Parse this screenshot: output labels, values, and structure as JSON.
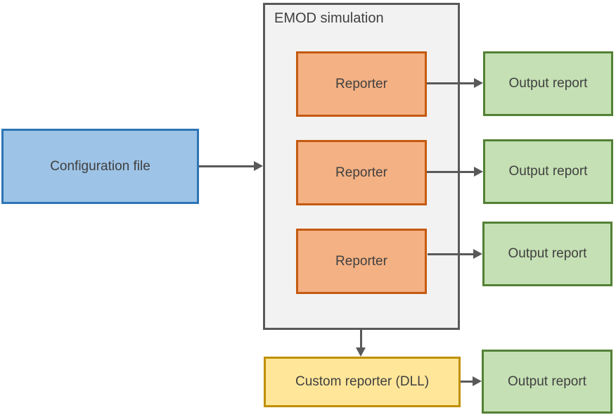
{
  "diagram": {
    "container": {
      "id": "emod_simulation",
      "title": "EMOD simulation"
    },
    "nodes": {
      "config": {
        "label": "Configuration file",
        "shape": "rectangle",
        "fill": "#9DC3E6",
        "border": "#2E75B6"
      },
      "reporter1": {
        "label": "Reporter",
        "shape": "rectangle",
        "fill": "#F4B183",
        "border": "#C55A11"
      },
      "reporter2": {
        "label": "Reporter",
        "shape": "rectangle",
        "fill": "#F4B183",
        "border": "#C55A11"
      },
      "reporter3": {
        "label": "Reporter",
        "shape": "rectangle",
        "fill": "#F4B183",
        "border": "#C55A11"
      },
      "output1": {
        "label": "Output report",
        "shape": "rectangle",
        "fill": "#C5E0B4",
        "border": "#538135"
      },
      "output2": {
        "label": "Output report",
        "shape": "rectangle",
        "fill": "#C5E0B4",
        "border": "#538135"
      },
      "output3": {
        "label": "Output report",
        "shape": "rectangle",
        "fill": "#C5E0B4",
        "border": "#538135"
      },
      "custom_reporter": {
        "label": "Custom reporter (DLL)",
        "shape": "rectangle",
        "fill": "#FFE699",
        "border": "#BF9000"
      },
      "output4": {
        "label": "Output report",
        "shape": "rectangle",
        "fill": "#C5E0B4",
        "border": "#538135"
      }
    },
    "edges": [
      {
        "from": "config",
        "to": "emod_simulation",
        "direction": "right"
      },
      {
        "from": "reporter1",
        "to": "output1",
        "direction": "right"
      },
      {
        "from": "reporter2",
        "to": "output2",
        "direction": "right"
      },
      {
        "from": "reporter3",
        "to": "output3",
        "direction": "right"
      },
      {
        "from": "emod_simulation",
        "to": "custom_reporter",
        "direction": "down"
      },
      {
        "from": "custom_reporter",
        "to": "output4",
        "direction": "right"
      }
    ],
    "colors": {
      "config_fill": "#9DC3E6",
      "config_border": "#2E75B6",
      "reporter_fill": "#F4B183",
      "reporter_border": "#C55A11",
      "output_fill": "#C5E0B4",
      "output_border": "#538135",
      "custom_fill": "#FFE699",
      "custom_border": "#BF9000",
      "container_fill": "#F2F2F2",
      "container_border": "#595959",
      "arrow": "#595959",
      "text": "#404040",
      "canvas": "#FFFFFF"
    }
  }
}
